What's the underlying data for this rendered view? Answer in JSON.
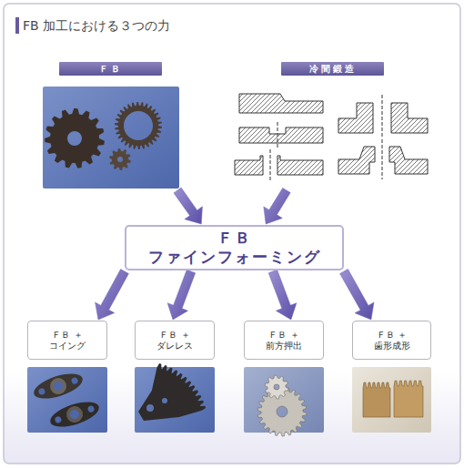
{
  "diagram": {
    "title": "FB 加工における３つの力",
    "nodes": [
      {
        "text": [
          "ＦＢ"
        ]
      },
      {
        "text": [
          "冷間鍛造"
        ]
      },
      {
        "text": [
          "ＦＢ ファインフォーミング"
        ]
      },
      {
        "text": [
          "ＦＢ ＋ コイング"
        ]
      },
      {
        "text": [
          "ＦＢ ＋ ダレレス"
        ]
      },
      {
        "text": [
          "ＦＢ ＋ 前方押出"
        ]
      },
      {
        "text": [
          "ＦＢ ＋ 歯形成形"
        ]
      }
    ],
    "edges": [
      {
        "from": 0,
        "to": 2,
        "arrow": "to"
      },
      {
        "from": 1,
        "to": 2,
        "arrow": "to"
      },
      {
        "from": 2,
        "to": 3,
        "arrow": "to"
      },
      {
        "from": 2,
        "to": 4,
        "arrow": "to"
      },
      {
        "from": 2,
        "to": 5,
        "arrow": "to"
      },
      {
        "from": 2,
        "to": 6,
        "arrow": "to"
      }
    ]
  }
}
